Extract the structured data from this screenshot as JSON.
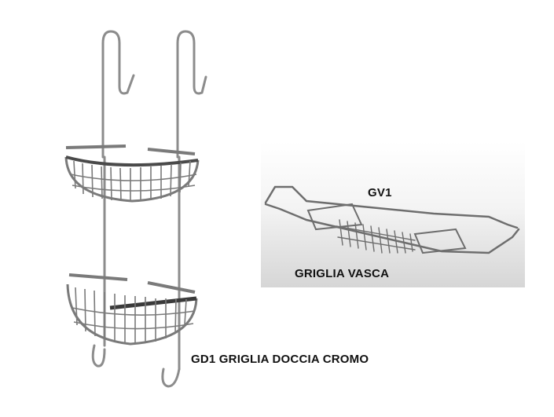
{
  "products": {
    "shower_caddy": {
      "label": "GD1 GRIGLIA DOCCIA CROMO"
    },
    "bath_rack": {
      "code": "GV1",
      "label": "GRIGLIA VASCA"
    }
  },
  "colors": {
    "chrome": "#b8b8b8",
    "chrome_dark": "#5a5a5a",
    "text": "#111111"
  }
}
